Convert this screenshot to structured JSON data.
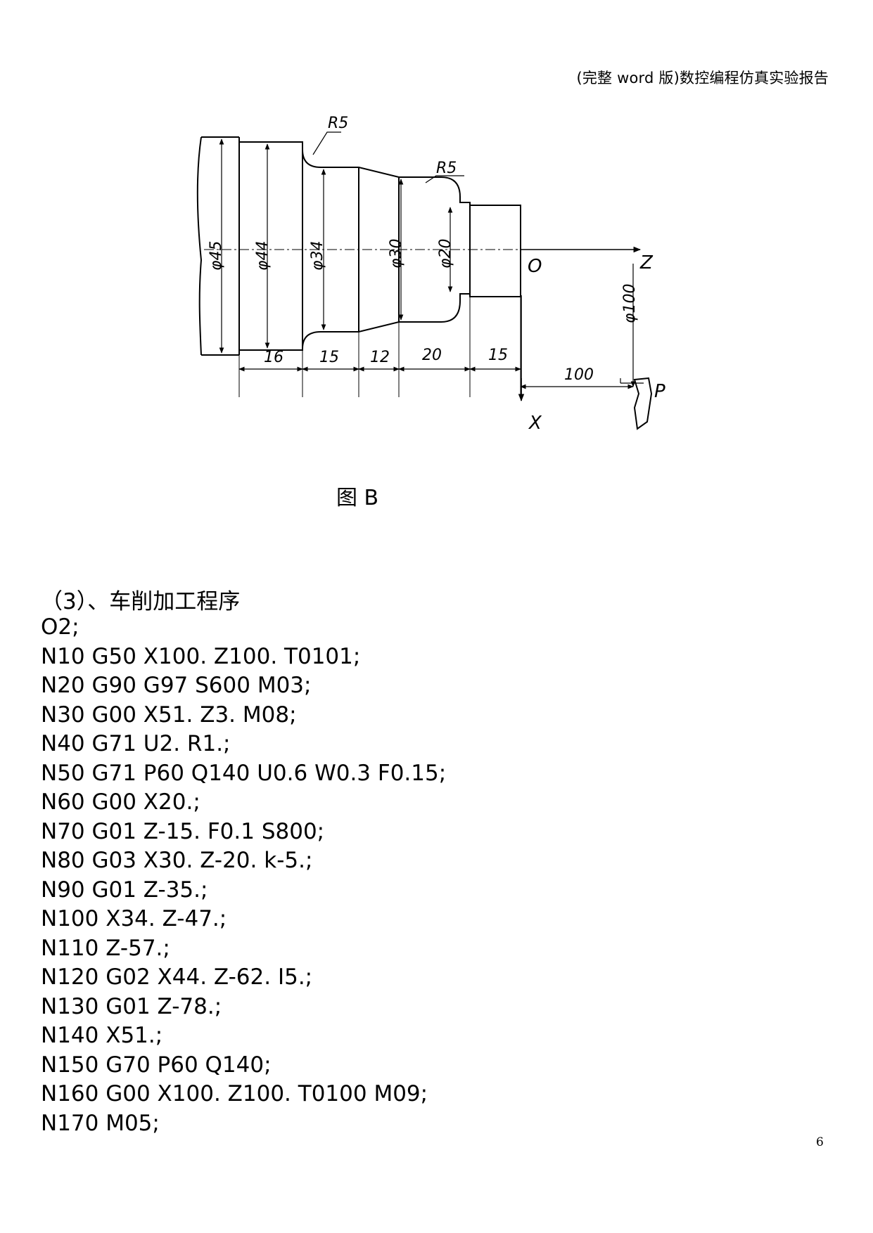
{
  "header": {
    "title": "(完整 word 版)数控编程仿真实验报告"
  },
  "figure": {
    "labels": {
      "r5_top": "R5",
      "r5_mid": "R5",
      "d45": "φ45",
      "d44": "φ44",
      "d34": "φ34",
      "d30": "φ30",
      "d20": "φ20",
      "d100": "φ100",
      "origin": "O",
      "z_axis": "Z",
      "x_axis": "X",
      "point_p": "P",
      "len_16": "16",
      "len_15a": "15",
      "len_12": "12",
      "len_20": "20",
      "len_15b": "15",
      "len_100": "100"
    },
    "caption": "图 B"
  },
  "section_heading": "（3）、车削加工程序",
  "program_lines": [
    "O2;",
    "N10 G50 X100. Z100. T0101;",
    "N20 G90 G97 S600 M03;",
    "N30 G00 X51. Z3. M08;",
    "N40 G71 U2. R1.;",
    "N50 G71 P60 Q140 U0.6 W0.3 F0.15;",
    "N60 G00 X20.;",
    "N70 G01 Z-15. F0.1 S800;",
    "N80 G03 X30. Z-20. k-5.;",
    "N90 G01 Z-35.;",
    "N100 X34. Z-47.;",
    "N110 Z-57.;",
    "N120 G02 X44. Z-62. I5.;",
    "N130 G01 Z-78.;",
    "N140 X51.;",
    "N150 G70 P60 Q140;",
    "N160 G00 X100. Z100. T0100 M09;",
    "N170 M05;"
  ],
  "page_number": "6"
}
